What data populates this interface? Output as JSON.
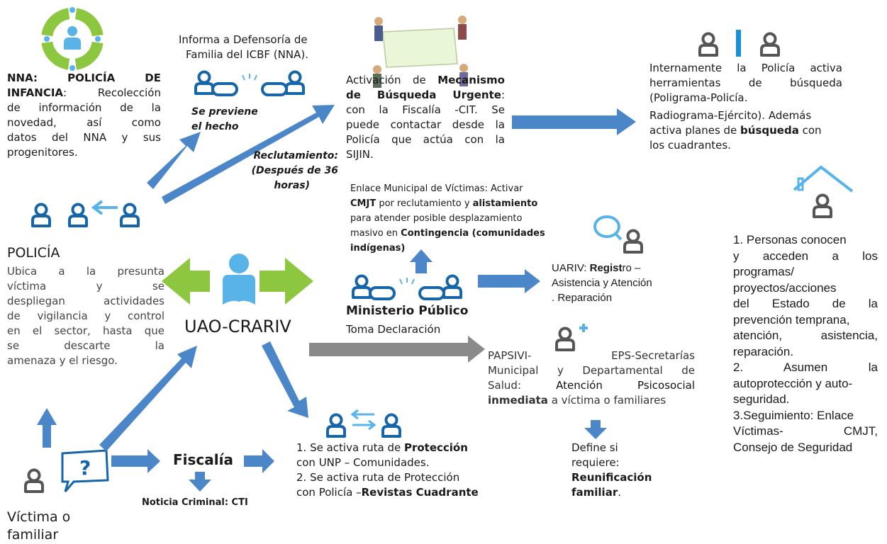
{
  "colors": {
    "blue": "#1565a8",
    "arrow_blue": "#4a86c8",
    "light_blue": "#58b4e8",
    "green": "#8dc63f",
    "grey_arrow": "#808080"
  },
  "nna": {
    "title": "NNA: POLICÍA DE INFANCIA",
    "line1_bold": "NNA:",
    "line1_b2": "POLICÍA",
    "line1_b3": "DE",
    "line2_bold": "INFANCIA",
    "line2_rest": ": Recolección",
    "line3": "de información de la",
    "line4_a": "novedad,",
    "line4_b": "así",
    "line4_c": "como",
    "line5": "datos del NNA y sus",
    "line6": "progenitores."
  },
  "defensoria": {
    "line1": "Informa a Defensoría de",
    "line2": "Familia del ICBF (NNA).",
    "previene1": "Se previene",
    "previene2": "el hecho"
  },
  "reclutamiento": {
    "line1": "Reclutamiento:",
    "line2": "(Después de 36",
    "line3": "horas)"
  },
  "mecanismo": {
    "l1_a": "Activación de ",
    "l1_b": "Mecanismo",
    "l2_a": "de Búsqueda Urgente",
    "l2_b": ":",
    "l3": "con la Fiscalía -CIT. Se",
    "l4": "puede contactar desde la",
    "l5": "Policía que actúa con la",
    "l6": "SIJIN."
  },
  "internamente": {
    "l1": "Internamente la Policía activa",
    "l2_a": "herramientas",
    "l2_b": "de",
    "l2_c": "búsqueda",
    "l3": "(Poligrama-Policía.",
    "l4": "Radiograma-Ejército).  Además",
    "l5_a": "activa planes de ",
    "l5_b": "búsqueda",
    "l5_c": " con",
    "l6": "los cuadrantes."
  },
  "enlace": {
    "l1": "Enlace Municipal de Víctimas: Activar",
    "l2_a": "CMJT",
    "l2_b": " por reclutamiento y ",
    "l2_c": "alistamiento",
    "l3": "para atender  posible desplazamiento",
    "l4_a": "masivo en ",
    "l4_b": "Contingencia  (comunidades",
    "l5": "indígenas)"
  },
  "policia": {
    "title": "POLICÍA",
    "l1": "Ubica a la presunta",
    "l2_a": "víctima",
    "l2_b": "y",
    "l2_c": "se",
    "l3": "despliegan actividades",
    "l4": "de vigilancia y control",
    "l5": "en el sector, hasta que",
    "l6_a": "se",
    "l6_b": "descarte",
    "l6_c": "la",
    "l7": "amenaza y el riesgo."
  },
  "center": {
    "label": "UAO-CRARIV"
  },
  "ministerio": {
    "title": "Ministerio Público",
    "sub": "Toma Declaración"
  },
  "uariv": {
    "l1_a": "UARIV: ",
    "l1_b": "Regist",
    "l1_c": "ro –",
    "l2": "Asistencia y Atención",
    "l3": ". Reparación"
  },
  "papsivi": {
    "l1_a": "PAPSIVI-",
    "l1_b": "EPS-Secretarías",
    "l2": "Municipal y Departamental de",
    "l3_a": "Salud:",
    "l3_b": "Atención",
    "l3_c": "Psicosocial",
    "l4_a": "inmediata",
    "l4_b": " a víctima o familiares"
  },
  "define": {
    "l1": "Define si",
    "l2": "requiere:",
    "l3": "Reunificación",
    "l4": "familiar",
    "l4_end": "."
  },
  "proteccion": {
    "l1_a": "1. Se activa ruta de ",
    "l1_b": "Protección",
    "l2": "con UNP – Comunidades.",
    "l3": "2. Se activa ruta de Protección",
    "l4_a": "con Policía –",
    "l4_b": "Revistas Cuadrante"
  },
  "fiscalia": {
    "title": "Fiscalía",
    "sub": "Noticia Criminal: CTI"
  },
  "victima": {
    "l1": "Víctima o",
    "l2": "familiar"
  },
  "personas": {
    "l1": "1. Personas conocen",
    "l2_a": "y",
    "l2_b": "acceden",
    "l2_c": "a",
    "l2_d": "los",
    "l3": "programas/",
    "l4": "proyectos/acciones",
    "l5_a": "del Estado de",
    "l5_b": "la",
    "l6": "prevención temprana,",
    "l7_a": "atención,",
    "l7_b": "asistencia,",
    "l8": "reparación.",
    "l9_a": "2.",
    "l9_b": "Asumen",
    "l9_c": "la",
    "l10": "autoprotección y auto-",
    "l11": "seguridad.",
    "l12": "3.Seguimiento: Enlace",
    "l13_a": "Víctimas-",
    "l13_b": "CMJT,",
    "l14": "Consejo de Seguridad"
  }
}
